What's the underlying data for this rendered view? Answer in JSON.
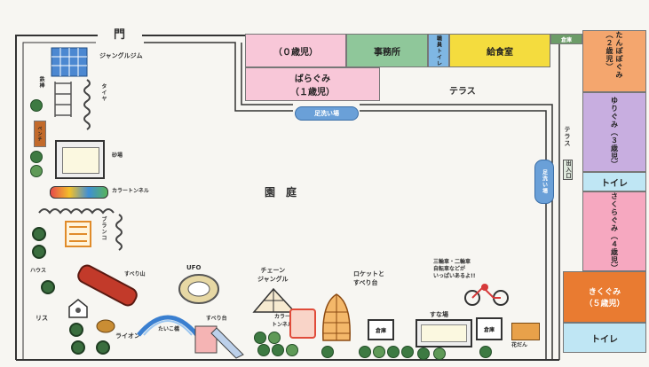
{
  "map": {
    "gate": "門",
    "yard": "園　庭",
    "terrace": "テラス",
    "rooms": {
      "age0": "（０歳児）",
      "office": "事務所",
      "storage": "職員トイレ",
      "kitchen": "給食室",
      "bara_name": "ばらぐみ",
      "bara_age": "（１歳児）",
      "tanpopo": "たんぽぽぐみ（２歳児）",
      "yuri": "ゆりぐみ（３歳児）",
      "toilet1": "トイレ",
      "sakura": "さくらぐみ（４歳児）",
      "kiku_name": "きくぐみ",
      "kiku_age": "（５歳児）",
      "toilet2": "トイレ",
      "corner_label": "倉庫"
    },
    "pills": {
      "footwash_top": "足洗い場",
      "footwash_right": "足洗い場",
      "terrace_side": "テラス",
      "entrance_side": "出入口"
    },
    "playground": {
      "jungle_gym": "ジャングルジム",
      "iron_bars": "鉄棒",
      "tire": "タイヤ",
      "bench": "ベンチ",
      "sandbox": "砂場",
      "color_tunnel": "カラートンネル",
      "swing": "ブランコ",
      "tree_house": "ハウス",
      "hill": "すべり山",
      "squirrel": "リス",
      "lion": "ライオン",
      "bridge": "たいこ橋",
      "slide": "すべり台",
      "ufo": "UFO",
      "chain_jungle": "チェーン\nジャングル",
      "color_tunnel2": "カラー\nトンネル",
      "rocket": "ロケットと\nすべり台",
      "storehouse1": "倉庫",
      "sandpit": "すな場",
      "storehouse2": "倉庫",
      "flowerbed": "花だん",
      "bikes": "三輪車・二輪車\n自転車などが\nいっぱいあるよ!!"
    }
  }
}
